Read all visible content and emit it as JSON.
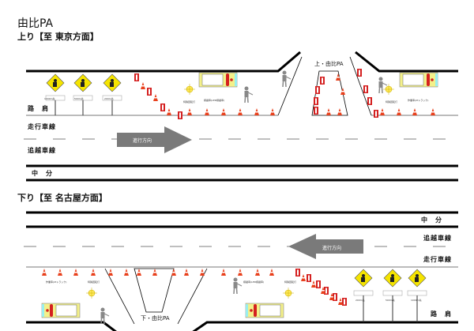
{
  "title": "由比PA",
  "up": {
    "heading": "上り【至 東京方面】",
    "pa_label": "上・由比PA",
    "shoulder": "路　肩",
    "travel_lane": "走行車線",
    "passing_lane": "追越車線",
    "median": "中　分",
    "direction": "進行方向",
    "sign_plates": [
      "1000m先",
      "500m先",
      "200m先"
    ],
    "beacon_label": "特殊回転灯",
    "sign_truck_label": "標識車(LED標識車)",
    "work_truck_label": "作業車(2tトラック)"
  },
  "down": {
    "heading": "下り【至 名古屋方面】",
    "pa_label": "下・由比PA",
    "shoulder": "路　肩",
    "travel_lane": "走行車線",
    "passing_lane": "追越車線",
    "median": "中　分",
    "direction": "進行方向",
    "sign_plates": [
      "200m先",
      "500m先",
      "1000m先"
    ],
    "beacon_label": "特殊回転灯",
    "sign_truck_label": "標識車(LED標識車)",
    "work_truck_label": "作業車(2tトラック)"
  },
  "colors": {
    "sign": "#f5e400",
    "truck": "#f3f08a",
    "cone": "#e8401c",
    "barrier": "#d42020",
    "arrow": "#7a7a7a"
  }
}
